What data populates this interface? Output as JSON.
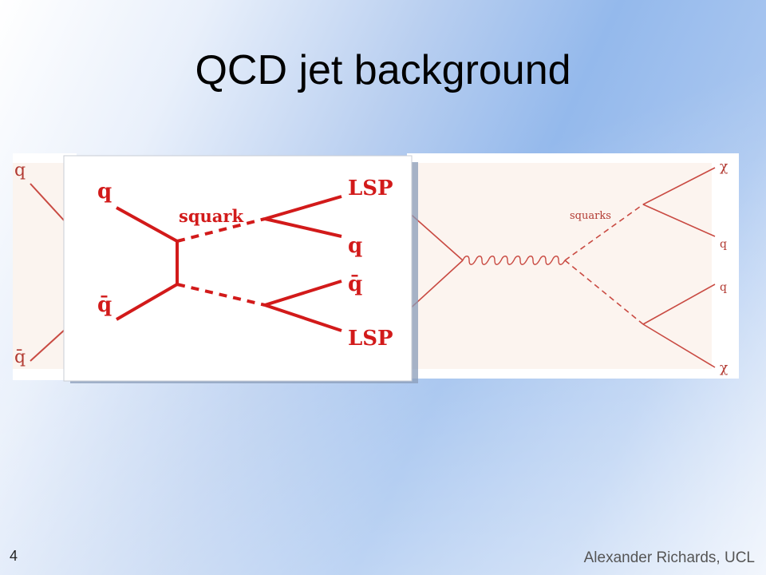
{
  "slide": {
    "title": "QCD jet background",
    "page_number": "4",
    "author": "Alexander Richards, UCL"
  },
  "diagrams": {
    "left_fragment": {
      "labels": [
        "q",
        "q̄"
      ]
    },
    "front": {
      "labels": [
        "q",
        "q̄",
        "squark",
        "LSP",
        "q",
        "q̄",
        "LSP"
      ],
      "line_color": "#d21a1a"
    },
    "right": {
      "labels": [
        "squarks",
        "χ",
        "q",
        "q",
        "χ"
      ],
      "line_color": "#c0392b"
    }
  }
}
